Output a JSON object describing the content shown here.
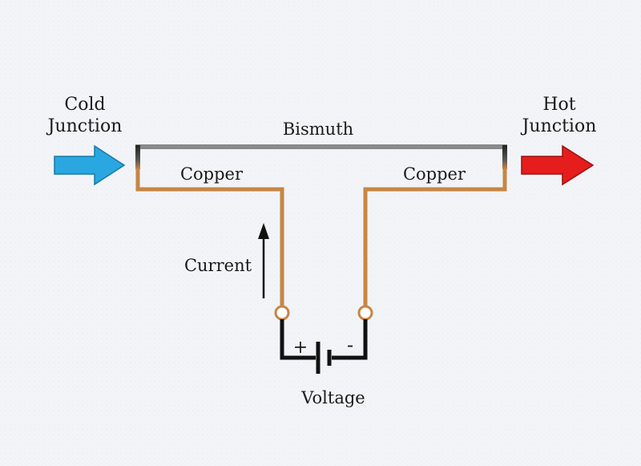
{
  "labels": {
    "cold_line1": "Cold",
    "cold_line2": "Junction",
    "hot_line1": "Hot",
    "hot_line2": "Junction",
    "bismuth": "Bismuth",
    "copper_left": "Copper",
    "copper_right": "Copper",
    "current": "Current",
    "plus": "+",
    "minus": "-",
    "voltage": "Voltage"
  },
  "colors": {
    "background": "#f2f4f7",
    "cold_arrow": "#2aa7e0",
    "hot_arrow": "#e51d1d",
    "bismuth": "#8a8a8a",
    "copper": "#c68645",
    "terminal_wire": "#111111"
  }
}
